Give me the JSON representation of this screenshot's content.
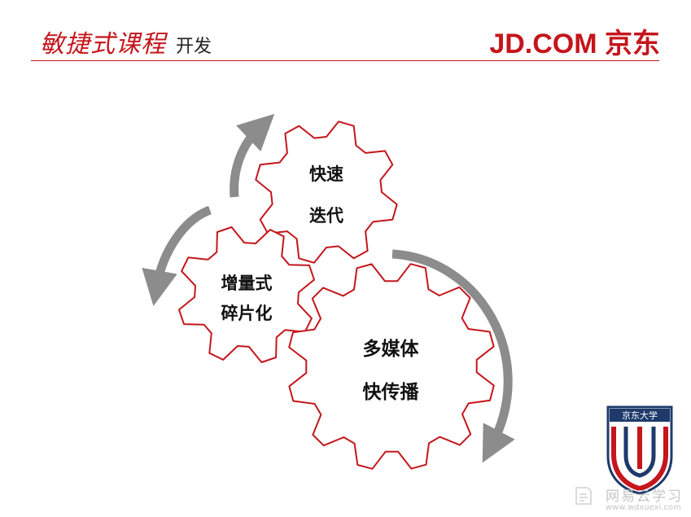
{
  "header": {
    "title": "敏捷式课程",
    "subtitle": "开发",
    "brand": "JD.COM 京东"
  },
  "gears": [
    {
      "line1": "快速",
      "line2": "迭代"
    },
    {
      "line1": "增量式",
      "line2": "碎片化"
    },
    {
      "line1": "多媒体",
      "line2": "快传播"
    }
  ],
  "seal": {
    "text": "京东大学"
  },
  "watermark": {
    "text": "网易云学习",
    "url": "www.wdxuexi.com"
  },
  "colors": {
    "accent": "#c4161c",
    "arrow": "#8c8c8c"
  }
}
